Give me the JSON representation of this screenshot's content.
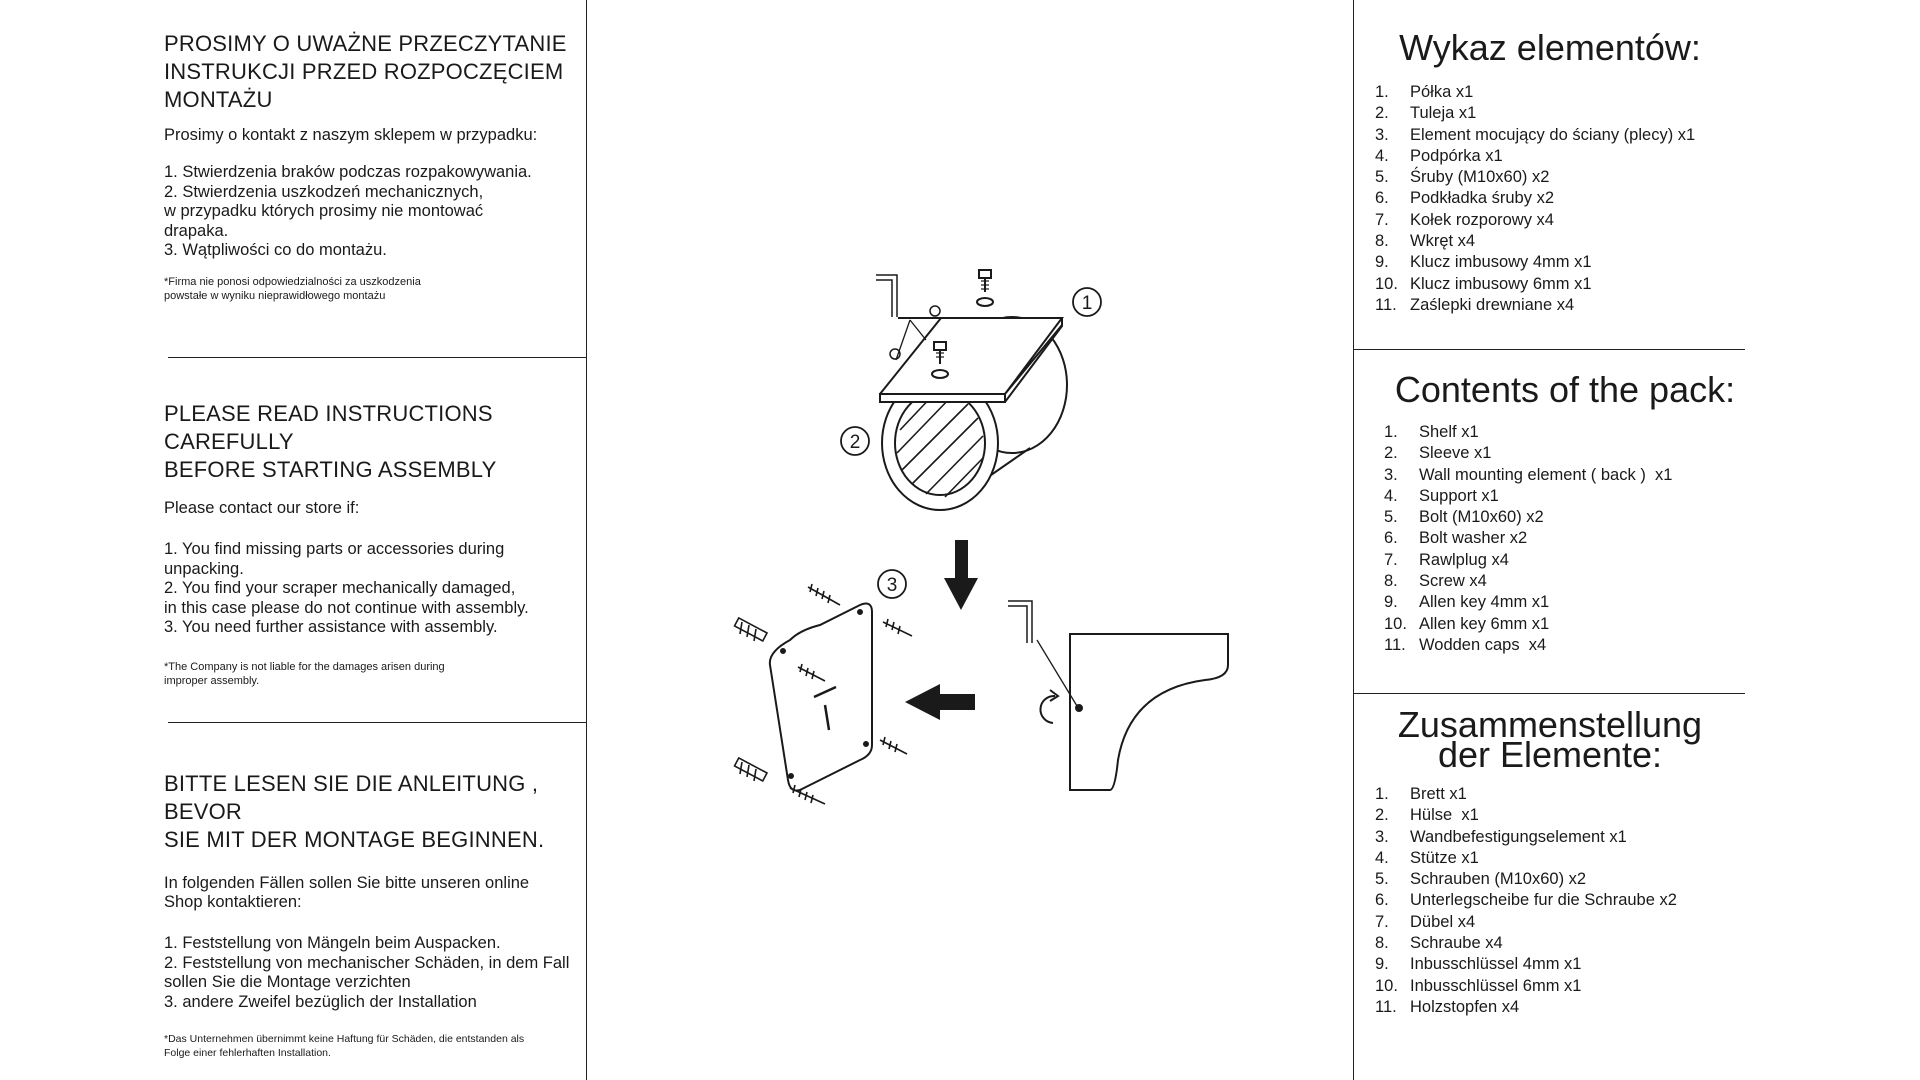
{
  "left": {
    "pl": {
      "heading": "PROSIMY O UWAŻNE PRZECZYTANIE\nINSTRUKCJI PRZED ROZPOCZĘCIEM\nMONTAŻU",
      "contact": "Prosimy o kontakt z naszym sklepem w przypadku:",
      "items": [
        "1. Stwierdzenia braków podczas rozpakowywania.",
        "2. Stwierdzenia uszkodzeń mechanicznych,\n    w przypadku których prosimy nie montować\n    drapaka.",
        "3. Wątpliwości co do montażu."
      ],
      "note": "*Firma nie ponosi odpowiedzialności za uszkodzenia\npowstałe w wyniku nieprawidłowego montażu"
    },
    "en": {
      "heading": "PLEASE READ INSTRUCTIONS CAREFULLY\nBEFORE STARTING ASSEMBLY",
      "contact": "Please contact our store if:",
      "items": [
        "1. You find missing parts or accessories during\n    unpacking.",
        "2. You find your scraper mechanically damaged,\n    in this case please do not continue with assembly.",
        "3. You need further assistance with assembly."
      ],
      "note": "*The Company is not liable for the damages arisen during\nimproper assembly."
    },
    "de": {
      "heading": "BITTE LESEN SIE DIE ANLEITUNG , BEVOR\nSIE MIT DER MONTAGE BEGINNEN.",
      "contact": "In folgenden Fällen sollen Sie bitte unseren online\nShop kontaktieren:",
      "items": [
        "1. Feststellung von Mängeln beim Auspacken.",
        "2. Feststellung von mechanischer Schäden, in dem Fall\n    sollen Sie die Montage verzichten",
        "3. andere Zweifel bezüglich der Installation"
      ],
      "note": "*Das Unternehmen übernimmt keine Haftung für Schäden, die entstanden als\nFolge einer  fehlerhaften Installation."
    }
  },
  "diagram": {
    "callout_1": "1",
    "callout_2": "2",
    "callout_3": "3"
  },
  "parts": {
    "pl": {
      "title": "Wykaz elementów:",
      "items": [
        {
          "num": "1.",
          "label": "Półka x1"
        },
        {
          "num": "2.",
          "label": "Tuleja x1"
        },
        {
          "num": "3.",
          "label": "Element mocujący do ściany (plecy) x1"
        },
        {
          "num": "4.",
          "label": "Podpórka x1"
        },
        {
          "num": "5.",
          "label": "Śruby (M10x60) x2"
        },
        {
          "num": "6.",
          "label": "Podkładka śruby x2"
        },
        {
          "num": "7.",
          "label": "Kołek rozporowy x4"
        },
        {
          "num": "8.",
          "label": "Wkręt x4"
        },
        {
          "num": "9.",
          "label": "Klucz imbusowy 4mm x1"
        },
        {
          "num": "10.",
          "label": "Klucz imbusowy 6mm x1"
        },
        {
          "num": "11.",
          "label": "Zaślepki drewniane x4"
        }
      ]
    },
    "en": {
      "title": "Contents of the pack:",
      "items": [
        {
          "num": "1.",
          "label": "Shelf x1"
        },
        {
          "num": "2.",
          "label": "Sleeve x1"
        },
        {
          "num": "3.",
          "label": "Wall mounting element ( back )  x1"
        },
        {
          "num": "4.",
          "label": "Support x1"
        },
        {
          "num": "5.",
          "label": "Bolt (M10x60) x2"
        },
        {
          "num": "6.",
          "label": "Bolt washer x2"
        },
        {
          "num": "7.",
          "label": "Rawlplug x4"
        },
        {
          "num": "8.",
          "label": "Screw x4"
        },
        {
          "num": "9.",
          "label": "Allen key 4mm x1"
        },
        {
          "num": "10.",
          "label": "Allen key 6mm x1"
        },
        {
          "num": "11.",
          "label": "Wodden caps  x4"
        }
      ]
    },
    "de": {
      "title": "Zusammenstellung\nder Elemente:",
      "items": [
        {
          "num": "1.",
          "label": "Brett x1"
        },
        {
          "num": "2.",
          "label": "Hülse  x1"
        },
        {
          "num": "3.",
          "label": "Wandbefestigungselement x1"
        },
        {
          "num": "4.",
          "label": "Stütze x1"
        },
        {
          "num": "5.",
          "label": "Schrauben (M10x60) x2"
        },
        {
          "num": "6.",
          "label": "Unterlegscheibe fur die Schraube x2"
        },
        {
          "num": "7.",
          "label": "Dübel x4"
        },
        {
          "num": "8.",
          "label": "Schraube x4"
        },
        {
          "num": "9.",
          "label": "Inbusschlüssel 4mm x1"
        },
        {
          "num": "10.",
          "label": "Inbusschlüssel 6mm x1"
        },
        {
          "num": "11.",
          "label": "Holzstopfen x4"
        }
      ]
    }
  }
}
